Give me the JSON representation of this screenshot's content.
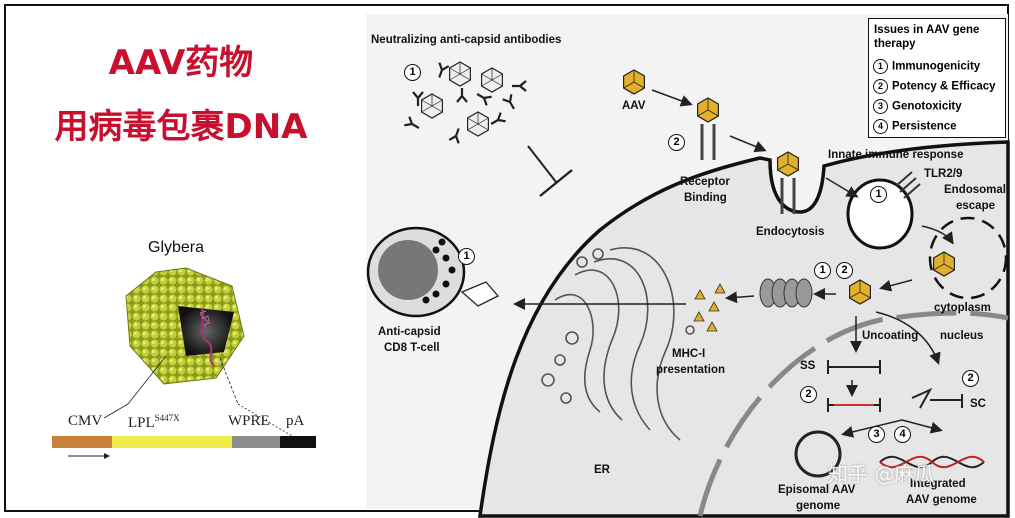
{
  "left": {
    "title_line1": "AAV药物",
    "title_line2": "用病毒包裹DNA",
    "product_name": "Glybera",
    "capsid_label": "LPL",
    "construct": {
      "cmv": "CMV",
      "lpl": "LPL",
      "lpl_sup": "S447X",
      "wpre": "WPRE",
      "pa": "pA",
      "colors": {
        "cmv": "#c8823a",
        "lpl": "#f0ec4a",
        "wpre": "#8c8c8c",
        "pa": "#111111"
      }
    }
  },
  "diagram": {
    "neutralizing": "Neutralizing anti-capsid antibodies",
    "aav": "AAV",
    "receptor_binding_1": "Receptor",
    "receptor_binding_2": "Binding",
    "endocytosis": "Endocytosis",
    "innate": "Innate immune response",
    "tlr": "TLR2/9",
    "endosomal_1": "Endosomal",
    "endosomal_2": "escape",
    "cytoplasm": "cytoplasm",
    "nucleus": "nucleus",
    "uncoating": "Uncoating",
    "ss": "SS",
    "sc": "SC",
    "mhc_1": "MHC-I",
    "mhc_2": "presentation",
    "er": "ER",
    "tcell_1": "Anti-capsid",
    "tcell_2": "CD8 T-cell",
    "episomal_1": "Episomal AAV",
    "episomal_2": "genome",
    "integrated_1": "Integrated",
    "integrated_2": "AAV genome",
    "capsid_color": "#e2b02a"
  },
  "legend": {
    "heading": "Issues in AAV gene therapy",
    "items": [
      {
        "n": "1",
        "text": "Immunogenicity"
      },
      {
        "n": "2",
        "text": "Potency & Efficacy"
      },
      {
        "n": "3",
        "text": "Genotoxicity"
      },
      {
        "n": "4",
        "text": "Persistence"
      }
    ]
  },
  "markers": {
    "one": "1",
    "two": "2",
    "three": "3",
    "four": "4"
  },
  "watermark": "知乎 @麻瓜"
}
